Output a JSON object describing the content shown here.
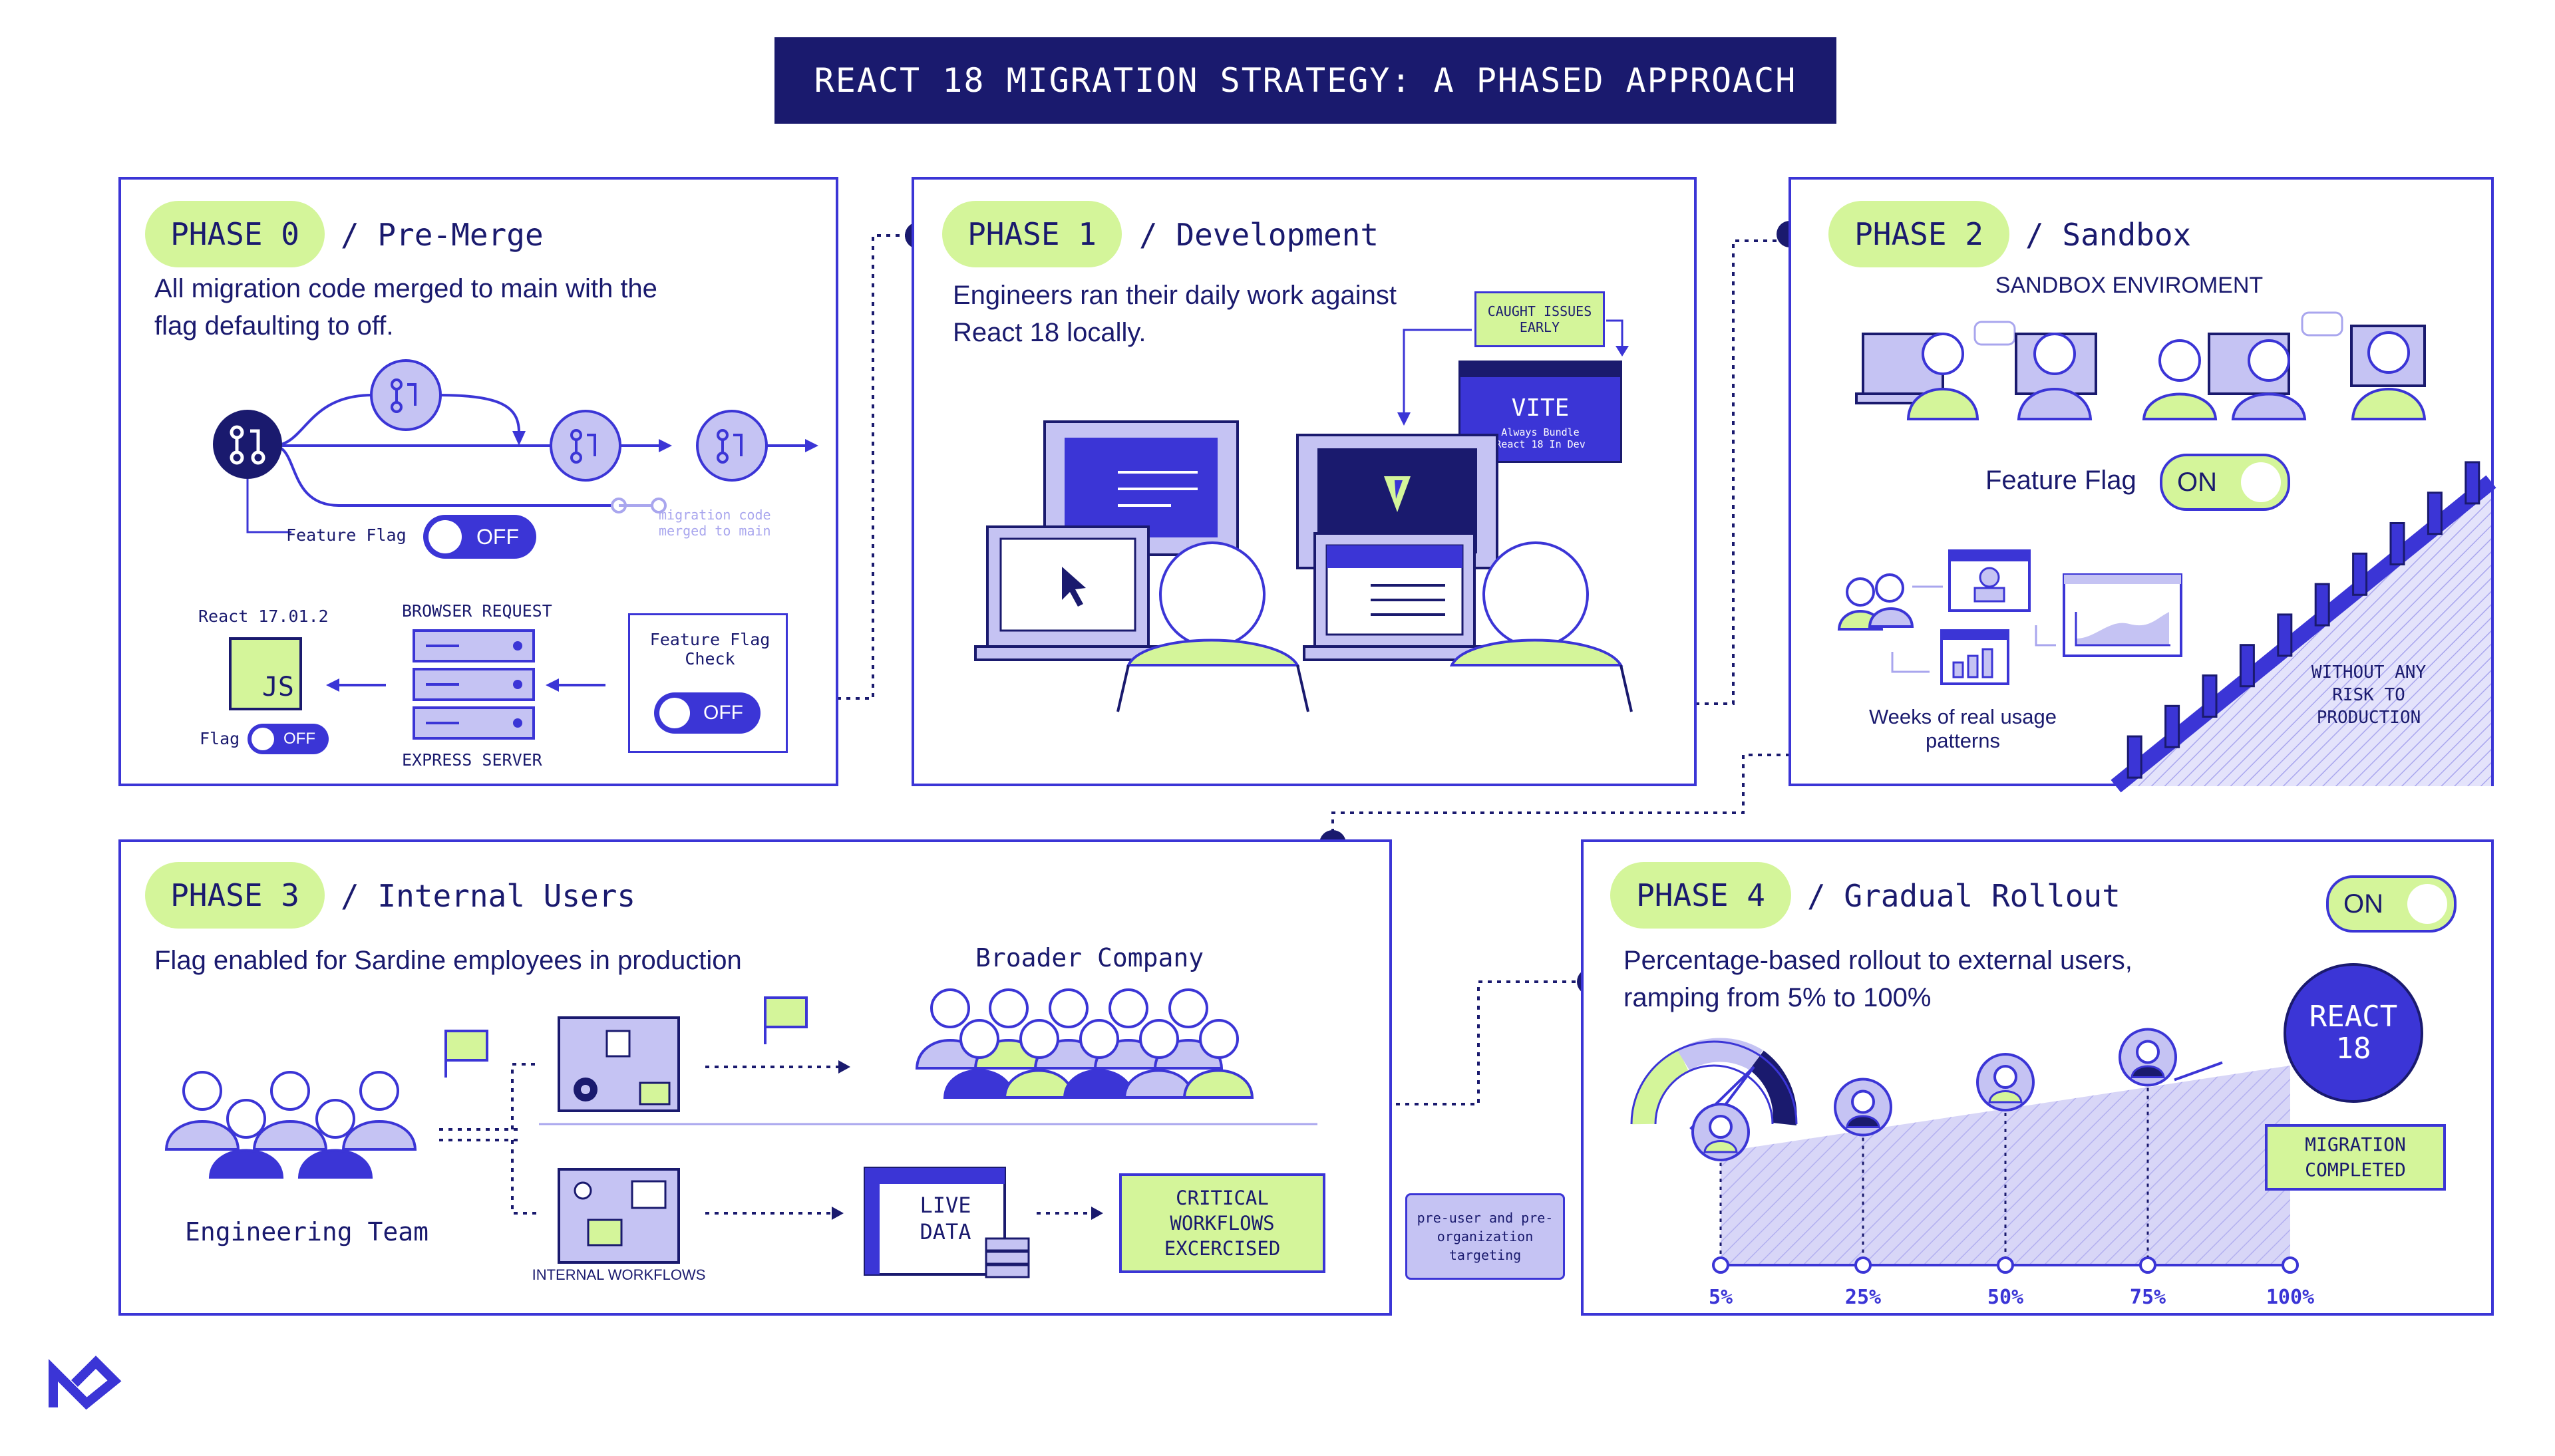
{
  "title": "REACT 18 MIGRATION STRATEGY: A PHASED APPROACH",
  "colors": {
    "navy": "#1a1a6e",
    "blue": "#3b35d6",
    "lime": "#d4f59a",
    "lavender": "#c5c3f3"
  },
  "phase0": {
    "badge": "PHASE 0",
    "title": "/ Pre-Merge",
    "desc": "All migration code merged to main with the flag defaulting to off.",
    "feature_flag_label": "Feature Flag",
    "feature_flag_state": "OFF",
    "merged_note": "migration code merged to main",
    "react_version": "React 17.01.2",
    "js_label": "JS",
    "flag_label": "Flag",
    "flag_state": "OFF",
    "browser_request": "BROWSER REQUEST",
    "express_server": "EXPRESS SERVER",
    "flag_check": "Feature Flag Check",
    "flag_check_state": "OFF"
  },
  "phase1": {
    "badge": "PHASE 1",
    "title": "/ Development",
    "desc": "Engineers ran their daily work against React 18 locally.",
    "caught": "CAUGHT ISSUES EARLY",
    "vite_title": "VITE",
    "vite_sub": "Always Bundle React 18 In Dev"
  },
  "phase2": {
    "badge": "PHASE 2",
    "title": "/ Sandbox",
    "env": "SANDBOX ENVIROMENT",
    "feature_flag_label": "Feature Flag",
    "feature_flag_state": "ON",
    "usage": "Weeks of real usage patterns",
    "risk": "WITHOUT ANY RISK TO PRODUCTION"
  },
  "phase3": {
    "badge": "PHASE 3",
    "title": "/ Internal Users",
    "desc": "Flag enabled for Sardine employees in production",
    "broader": "Broader Company",
    "team": "Engineering Team",
    "internal": "INTERNAL WORKFLOWS",
    "live": "LIVE DATA",
    "critical": "CRITICAL WORKFLOWS EXCERCISED"
  },
  "targeting": "pre-user and pre-organization targeting",
  "phase4": {
    "badge": "PHASE 4",
    "title": "/ Gradual Rollout",
    "toggle_state": "ON",
    "desc": "Percentage-based rollout to external users, ramping from 5% to 100%",
    "react_badge": "REACT 18",
    "completed": "MIGRATION COMPLETED",
    "ticks": [
      "5%",
      "25%",
      "50%",
      "75%",
      "100%"
    ]
  }
}
